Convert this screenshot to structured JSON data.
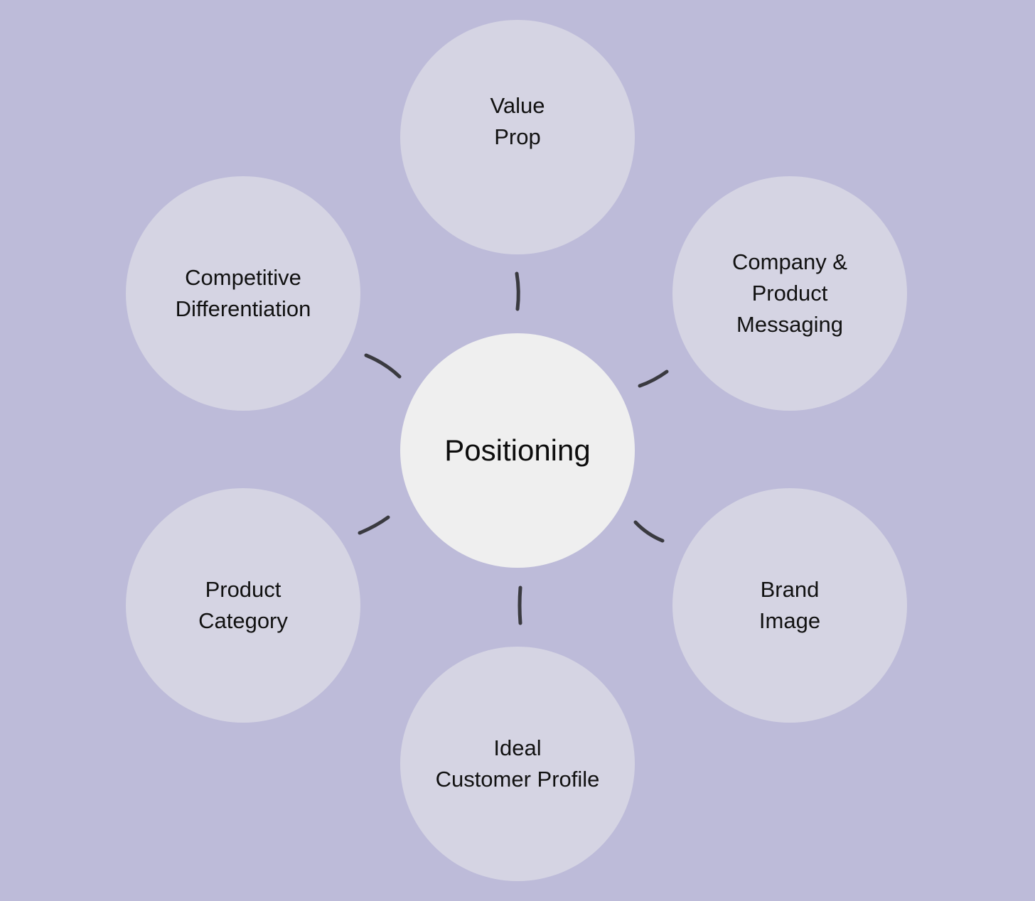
{
  "diagram": {
    "center": {
      "label": "Positioning"
    },
    "satellites": [
      {
        "id": "value-prop",
        "label": "Value\nProp"
      },
      {
        "id": "company-product-messaging",
        "label": "Company &\nProduct\nMessaging"
      },
      {
        "id": "brand-image",
        "label": "Brand\nImage"
      },
      {
        "id": "ideal-customer-profile",
        "label": "Ideal\nCustomer Profile"
      },
      {
        "id": "product-category",
        "label": "Product\nCategory"
      },
      {
        "id": "competitive-differentiation",
        "label": "Competitive\nDifferentiation"
      }
    ]
  },
  "colors": {
    "background": "#bdbbd9",
    "satellite_fill": "#d5d4e3",
    "center_fill": "#efefef",
    "connector": "#3a3a40"
  }
}
